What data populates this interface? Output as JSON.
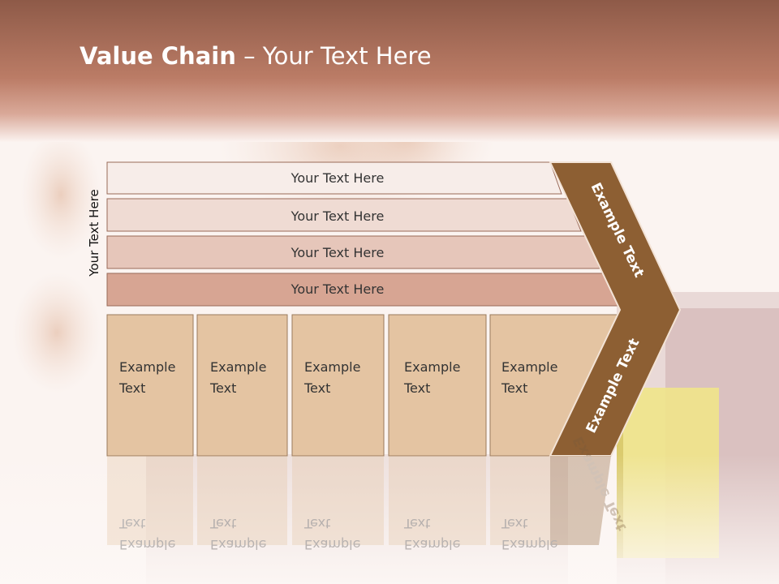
{
  "title": {
    "bold": "Value Chain",
    "rest": " – Your Text Here"
  },
  "side_label": "Your Text Here",
  "rows": [
    {
      "label": "Your Text Here"
    },
    {
      "label": "Your Text Here"
    },
    {
      "label": "Your Text Here"
    },
    {
      "label": "Your Text Here"
    }
  ],
  "boxes": [
    {
      "line1": "Example",
      "line2": "Text"
    },
    {
      "line1": "Example",
      "line2": "Text"
    },
    {
      "line1": "Example",
      "line2": "Text"
    },
    {
      "line1": "Example",
      "line2": "Text"
    },
    {
      "line1": "Example",
      "line2": "Text"
    }
  ],
  "arrow": {
    "upper": "Example Text",
    "lower": "Example Text"
  },
  "colors": {
    "header": "#b87862",
    "row1": "#f7ede9",
    "row2": "#efdbd3",
    "row3": "#e6c6ba",
    "row4": "#d7a593",
    "box": "#e4c4a2",
    "arrow": "#8d5f33"
  }
}
